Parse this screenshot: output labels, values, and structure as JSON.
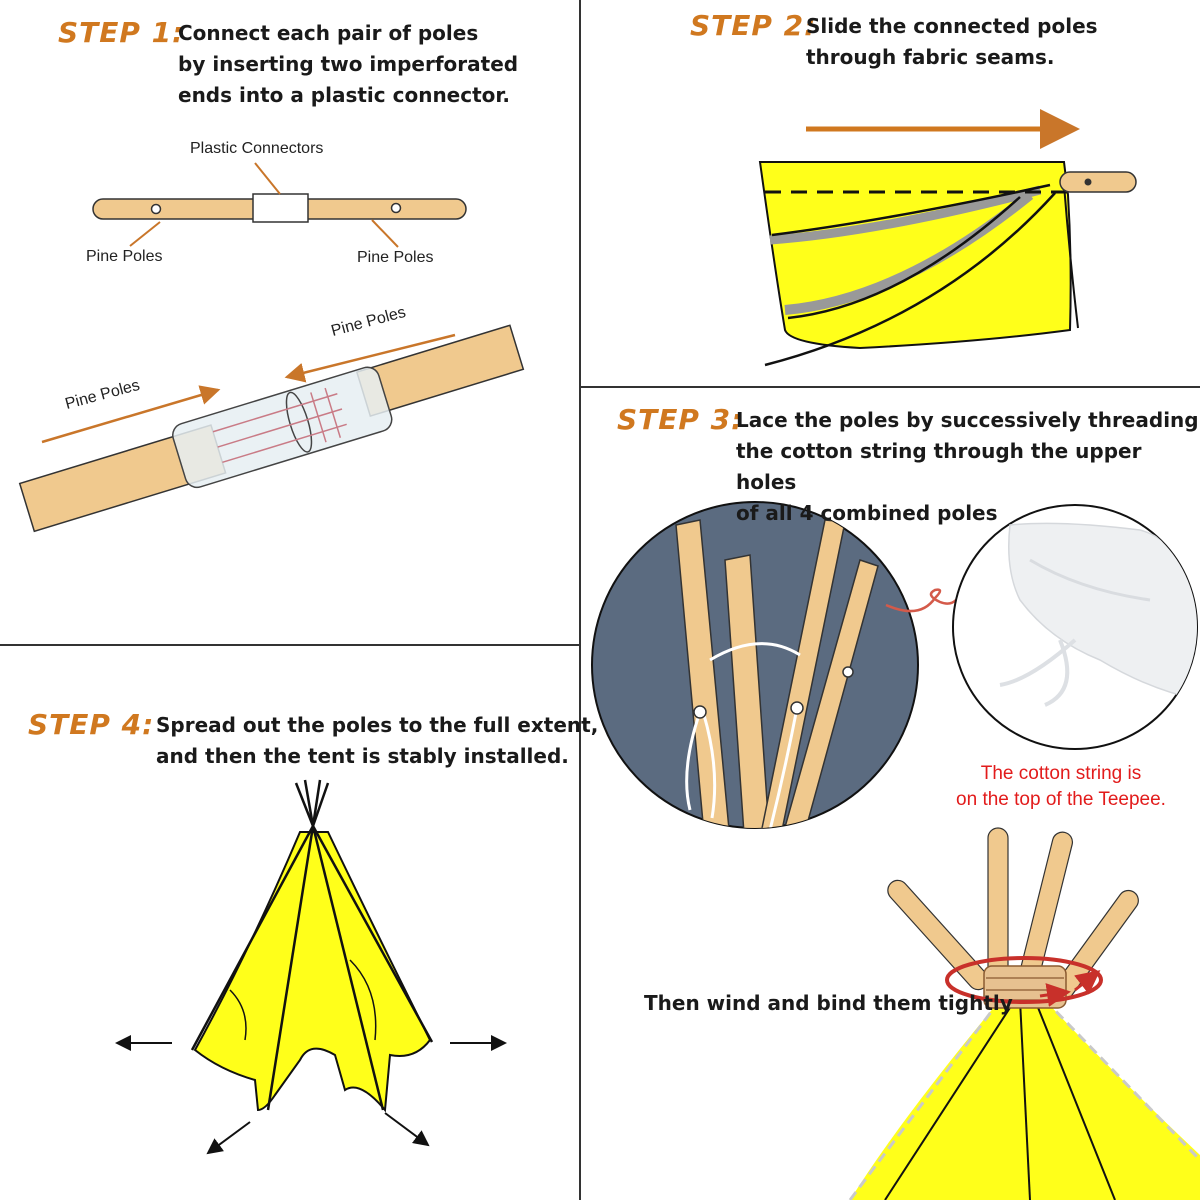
{
  "steps": [
    {
      "label": "STEP 1:",
      "text": "Connect each pair of poles\nby inserting two imperforated\nends into a plastic connector."
    },
    {
      "label": "STEP 2:",
      "text": "Slide the connected poles\nthrough fabric seams."
    },
    {
      "label": "STEP 3:",
      "text": "Lace the poles by successively threading\nthe cotton string through the upper holes\nof all 4 combined poles"
    },
    {
      "label": "STEP 4:",
      "text": "Spread out the poles to the full extent,\nand then the tent is stably installed."
    }
  ],
  "step1_labels": {
    "plastic_connectors": "Plastic Connectors",
    "pine_poles_left": "Pine Poles",
    "pine_poles_right": "Pine Poles",
    "pine_poles_arrow_left": "Pine Poles",
    "pine_poles_arrow_right": "Pine Poles"
  },
  "step3_labels": {
    "cotton_note": "The cotton string is\non the top of the Teepee.",
    "bind_caption": "Then wind and bind them tightly"
  },
  "colors": {
    "step_orange": "#d0781f",
    "pole_wood": "#f0c98e",
    "fabric_yellow": "#ffff1a",
    "circle_blue": "#5b6b80",
    "note_red": "#e21b1b"
  }
}
